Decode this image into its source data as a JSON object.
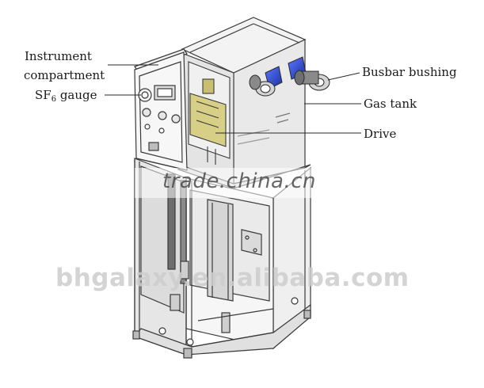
{
  "labels": {
    "instrument_line1": "Instrument",
    "instrument_line2": "compartment",
    "sf6_main": "SF",
    "sf6_sub": "6",
    "sf6_rest": " gauge",
    "busbar_bushing": "Busbar bushing",
    "gas_tank": "Gas tank",
    "drive": "Drive"
  },
  "watermarks": {
    "tradechina": "trade.china.cn",
    "site": "bhgalaxy.en.alibaba.com"
  },
  "colors": {
    "outline": "#3a3a3a",
    "panel_fill": "#eeeeee",
    "panel_dark": "#9a9a9a",
    "bushing_blue": "#2b43c8",
    "gauge_face": "#f4f4f4",
    "drive_yellow": "#d8cf86"
  }
}
